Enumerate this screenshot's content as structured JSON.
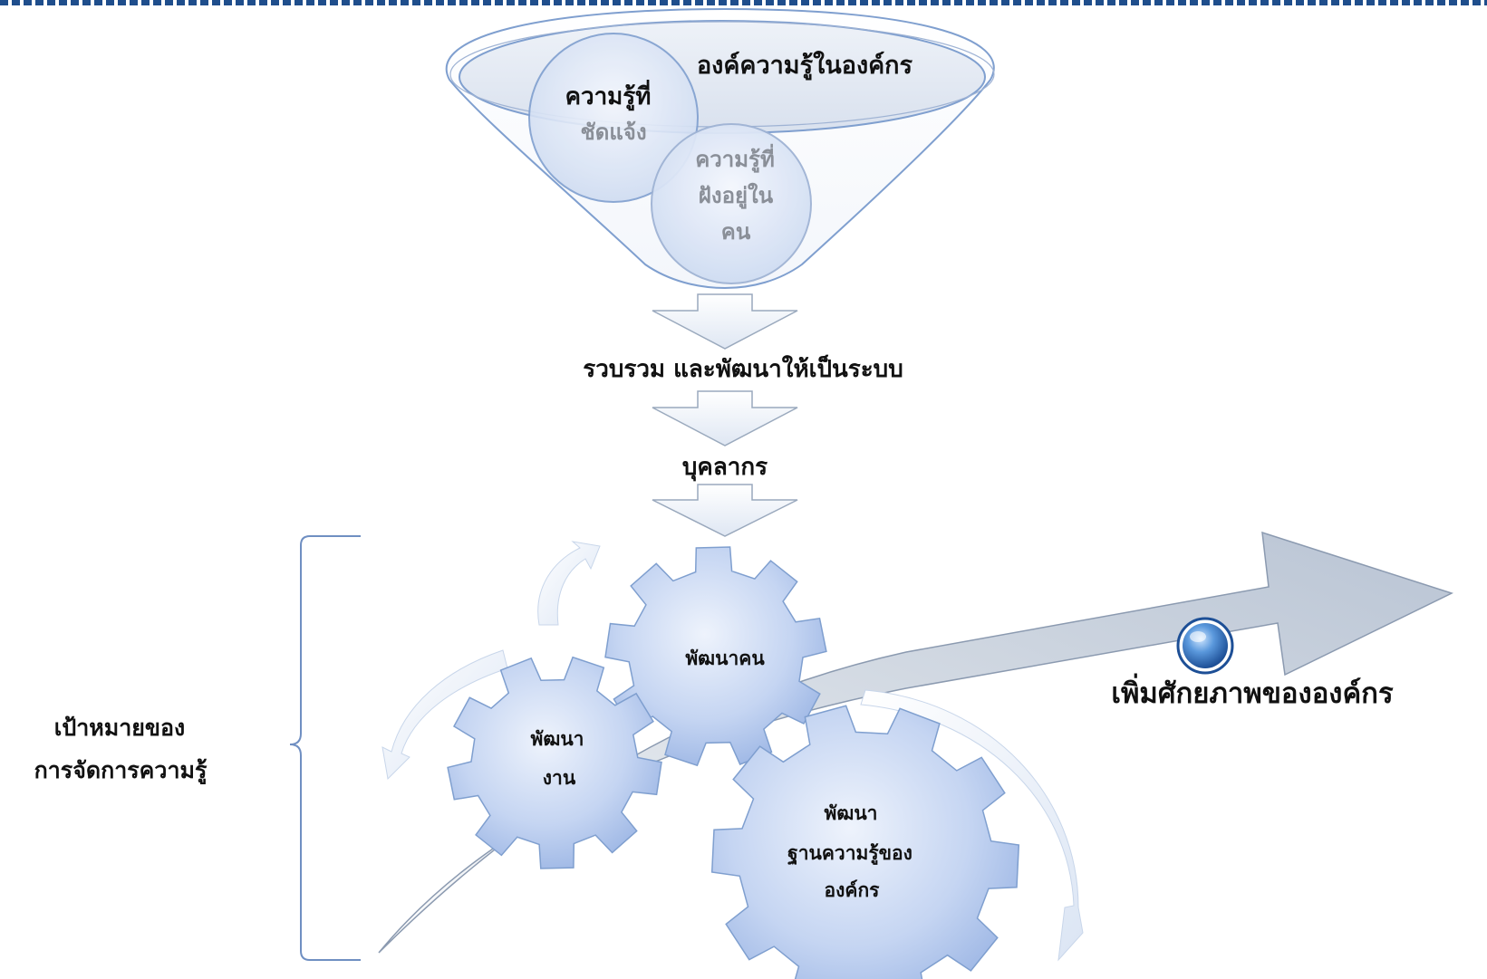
{
  "diagram": {
    "funnel": {
      "title": "องค์ความรู้ในองค์กร",
      "explicit": [
        "ความรู้ที่",
        "ชัดแจ้ง"
      ],
      "tacit": [
        "ความรู้ที่",
        "ฝังอยู่ใน",
        "คน"
      ]
    },
    "step_collect": "รวบรวม และพัฒนาให้เป็นระบบ",
    "step_personnel": "บุคลากร",
    "goal": [
      "เป้าหมายของ",
      "การจัดการความรู้"
    ],
    "gears": {
      "people": "พัฒนาคน",
      "work": [
        "พัฒนา",
        "งาน"
      ],
      "knowledge_base": [
        "พัฒนา",
        "ฐานความรู้ของ",
        "องค์กร"
      ]
    },
    "outcome": "เพิ่มศักยภาพขององค์กร",
    "colors": {
      "border_dash": "#1f4e8c",
      "gear_fill_light": "#eaf0fb",
      "gear_fill_dark": "#9fb8e6",
      "outline": "#7f9fcf"
    }
  }
}
